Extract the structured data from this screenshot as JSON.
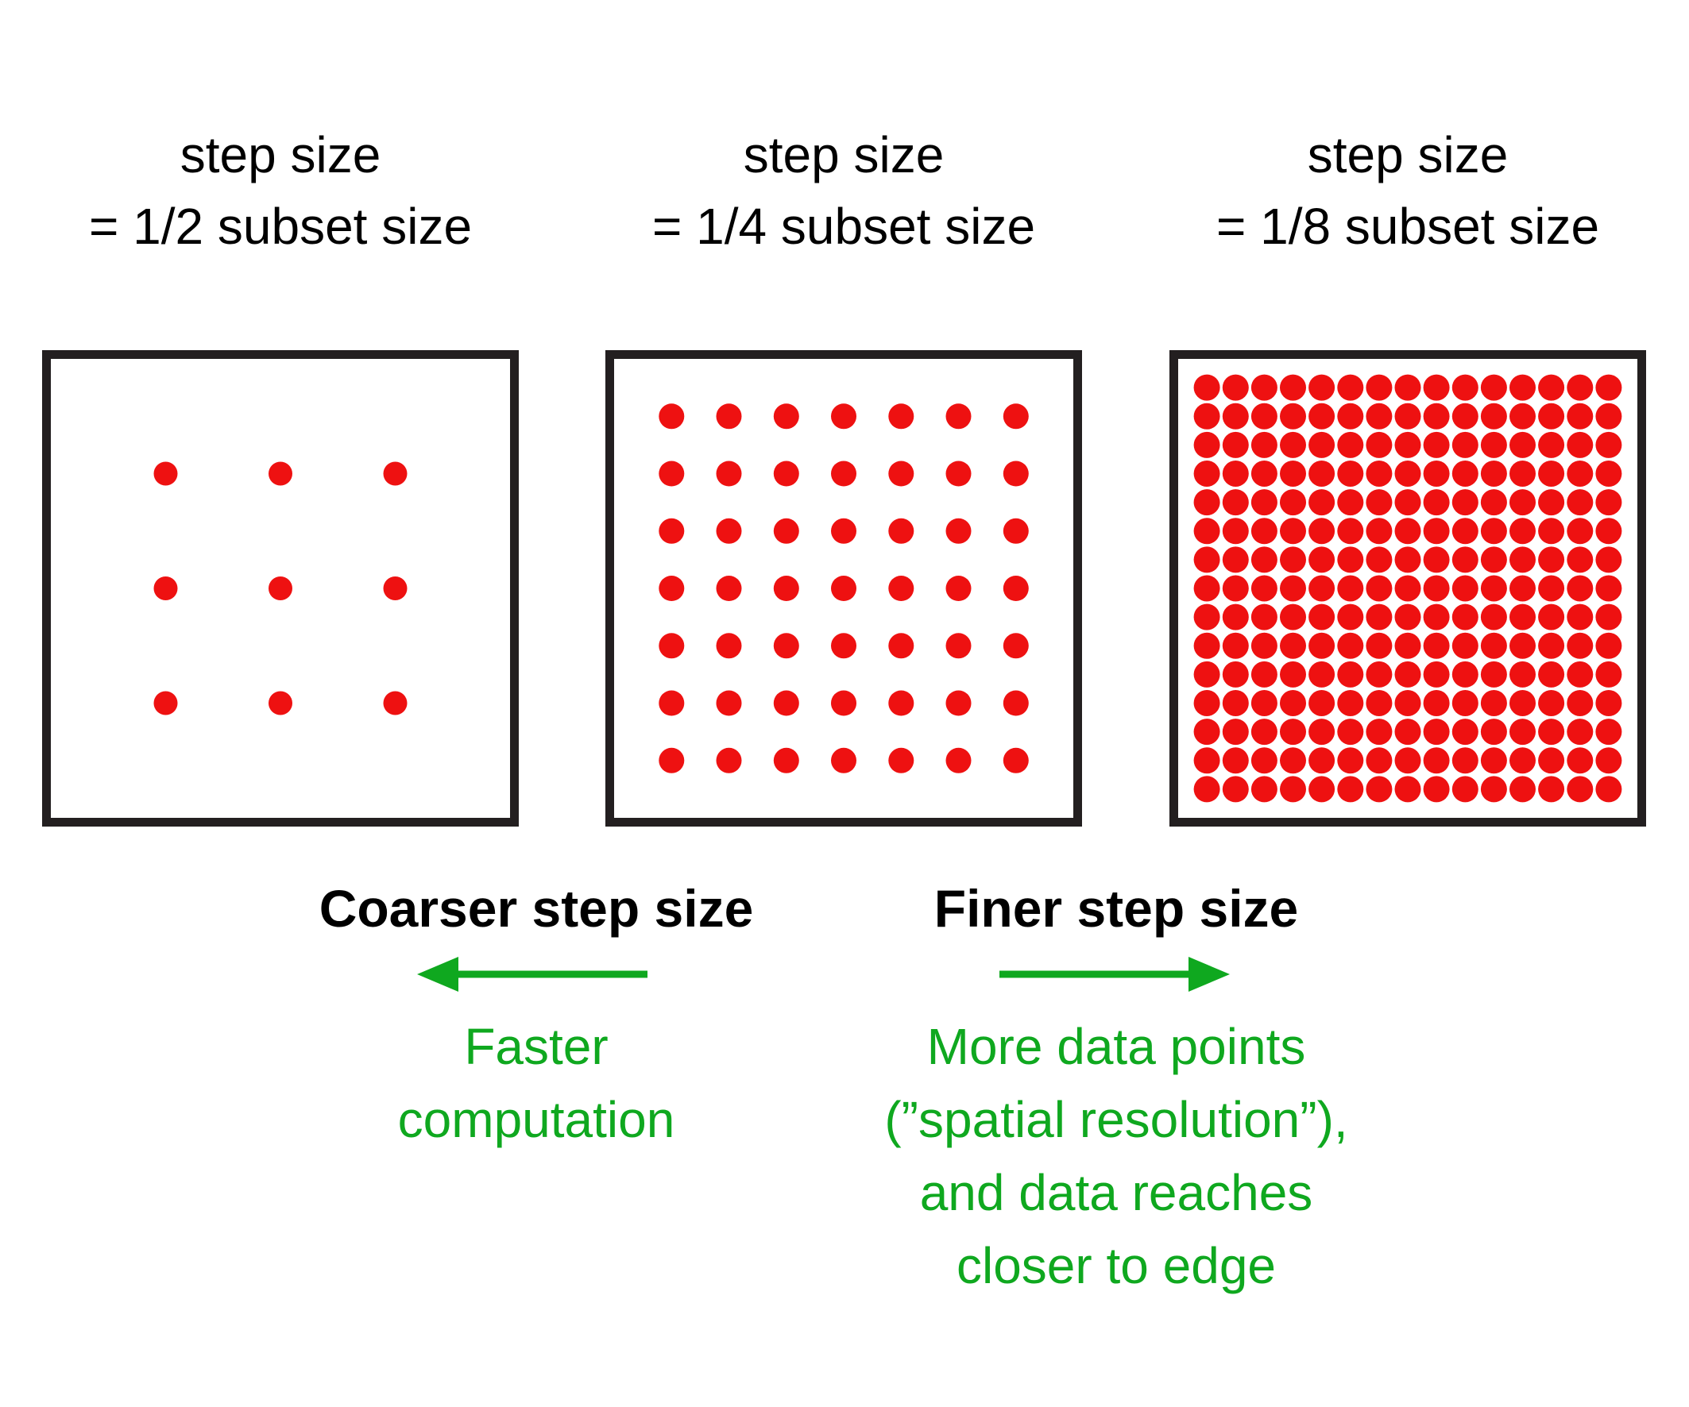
{
  "figure": {
    "background": "#ffffff",
    "text_color": "#000000",
    "green": "#0fa81f",
    "dot_red": "#ee1111",
    "border_color": "#231f20"
  },
  "panels": [
    {
      "label_line1": "step size",
      "label_line2": "= 1/2 subset size",
      "grid": {
        "rows": 3,
        "cols": 3,
        "start": 0.25,
        "step": 0.25,
        "dot_radius": 15,
        "dot_count": 9
      }
    },
    {
      "label_line1": "step size",
      "label_line2": "= 1/4 subset size",
      "grid": {
        "rows": 7,
        "cols": 7,
        "start": 0.125,
        "step": 0.125,
        "dot_radius": 16,
        "dot_count": 49
      }
    },
    {
      "label_line1": "step size",
      "label_line2": "= 1/8 subset size",
      "grid": {
        "rows": 15,
        "cols": 15,
        "start": 0.0625,
        "step": 0.0625,
        "dot_radius": 16.5,
        "dot_count": 225
      }
    }
  ],
  "annotations": {
    "coarser": {
      "title": "Coarser step size",
      "arrow_direction": "left",
      "note_line1": "Faster",
      "note_line2": "computation"
    },
    "finer": {
      "title": "Finer step size",
      "arrow_direction": "right",
      "note_line1": "More data points",
      "note_line2": "(”spatial resolution”),",
      "note_line3": "and data reaches",
      "note_line4": "closer to edge"
    }
  }
}
